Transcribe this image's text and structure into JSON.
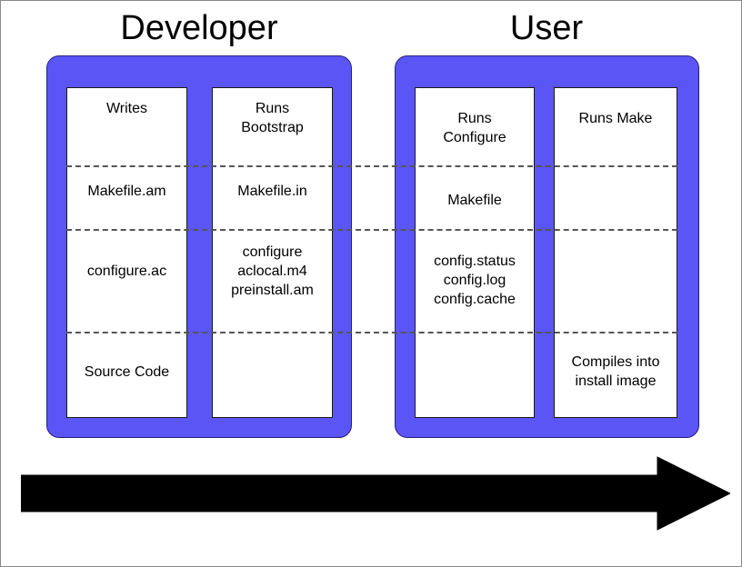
{
  "diagram": {
    "title_hidden": "Autotools build flow: Developer and User",
    "colors": {
      "panel_blue": "#5b55f5",
      "panel_border": "#23207a",
      "box_border": "#1a1a1a",
      "separator": "#555555",
      "arrow": "#000000",
      "text": "#000000",
      "background": "#ffffff"
    },
    "panels": [
      {
        "id": "developer",
        "title": "Developer",
        "columns": [
          {
            "id": "writes",
            "heading": "Writes",
            "cells": [
              "Makefile.am",
              "configure.ac",
              "Source Code"
            ]
          },
          {
            "id": "runs-bootstrap",
            "heading": "Runs\nBootstrap",
            "cells": [
              "Makefile.in",
              "configure\naclocal.m4\npreinstall.am",
              ""
            ]
          }
        ]
      },
      {
        "id": "user",
        "title": "User",
        "columns": [
          {
            "id": "runs-configure",
            "heading": "Runs\nConfigure",
            "cells": [
              "Makefile",
              "config.status\nconfig.log\nconfig.cache",
              ""
            ]
          },
          {
            "id": "runs-make",
            "heading": "Runs Make",
            "cells": [
              "",
              "",
              "Compiles into\ninstall image"
            ]
          }
        ]
      }
    ],
    "cells": {
      "dev_writes_heading": "Writes",
      "dev_writes_makefile_am": "Makefile.am",
      "dev_writes_configure_ac": "configure.ac",
      "dev_writes_source_code": "Source Code",
      "dev_bootstrap_heading": "Runs\nBootstrap",
      "dev_bootstrap_makefile_in": "Makefile.in",
      "dev_bootstrap_generated": "configure\naclocal.m4\npreinstall.am",
      "user_configure_heading": "Runs\nConfigure",
      "user_configure_makefile": "Makefile",
      "user_configure_config_files": "config.status\nconfig.log\nconfig.cache",
      "user_make_heading": "Runs Make",
      "user_make_compiles": "Compiles into\ninstall image"
    },
    "arrow": {
      "name": "time-flow-arrow",
      "direction": "left-to-right",
      "label": ""
    },
    "separator_count": 3
  }
}
